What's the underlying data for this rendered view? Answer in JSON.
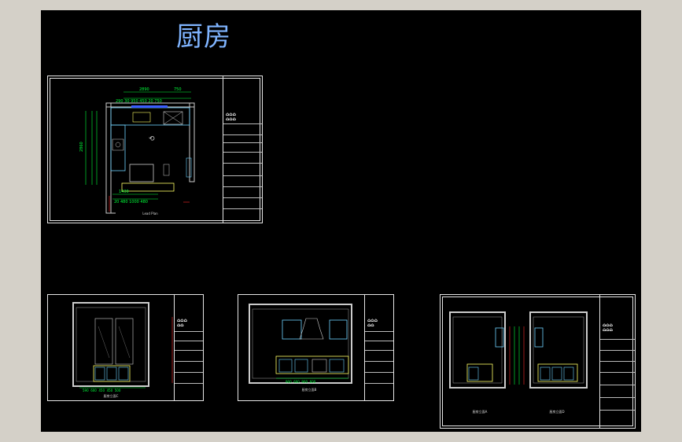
{
  "drawing": {
    "title": "厨房",
    "colors": {
      "background": "#000000",
      "frame": "#e6e6e6",
      "dimension": "#00ff3a",
      "cabinet": "#ffff66",
      "glass": "#6fd3ff",
      "accent": "#ff2a2a",
      "wall": "#888888"
    }
  },
  "sheets": [
    {
      "id": "plan",
      "caption": "Lead Plan",
      "dims_top": [
        "2890",
        "750"
      ],
      "dims_left": [
        "2860"
      ]
    },
    {
      "id": "elev_c",
      "caption": "厨房立面C",
      "dims_bottom": [
        "590",
        "600",
        "450",
        "450",
        "500"
      ]
    },
    {
      "id": "elev_b",
      "caption": "厨房立面B",
      "dims_bottom": [
        "900",
        "600",
        "900",
        "600"
      ]
    },
    {
      "id": "elev_ad",
      "caption_left": "厨房立面A",
      "caption_right": "厨房立面D"
    }
  ]
}
